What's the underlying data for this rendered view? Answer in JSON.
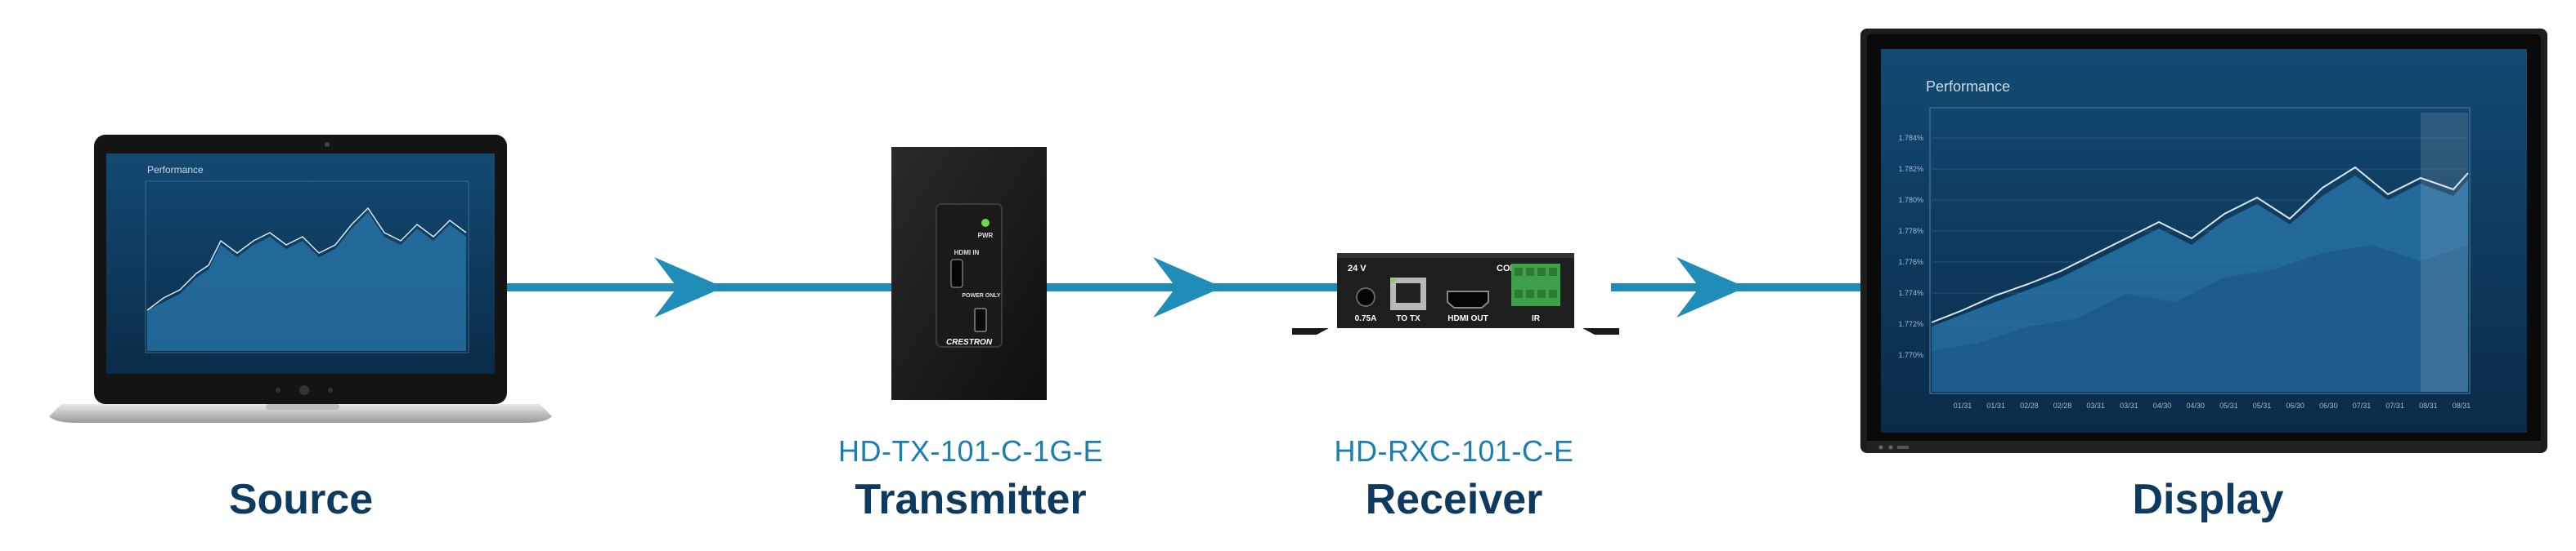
{
  "colors": {
    "accent": "#1f8db8",
    "label": "#0f3a5f",
    "model": "#1a7fb0",
    "screen": "#0d3456",
    "bezel": "#151515"
  },
  "laptop": {
    "screen_title": "Performance"
  },
  "transmitter": {
    "led_label": "PWR",
    "hdmi_label": "HDMI IN",
    "usb_label": "POWER ONLY",
    "brand": "CRESTRON",
    "model": "HD-TX-101-C-1G-E",
    "caption": "Transmitter"
  },
  "receiver": {
    "power_label": "24 V",
    "power_rating": "0.75A",
    "rj45_label": "TO TX",
    "hdmi_label": "HDMI OUT",
    "com_label": "COM",
    "ir_label": "IR",
    "model": "HD-RXC-101-C-E",
    "caption": "Receiver"
  },
  "display": {
    "screen_title": "Performance",
    "caption": "Display",
    "y_ticks": [
      "1.784%",
      "1.782%",
      "1.780%",
      "1.778%",
      "1.776%",
      "1.774%",
      "1.772%",
      "1.770%"
    ],
    "x_ticks": [
      "01/31",
      "01/31",
      "02/28",
      "02/28",
      "03/31",
      "03/31",
      "04/30",
      "04/30",
      "05/31",
      "05/31",
      "06/30",
      "06/30",
      "07/31",
      "07/31",
      "08/31",
      "08/31"
    ]
  },
  "source": {
    "caption": "Source"
  }
}
